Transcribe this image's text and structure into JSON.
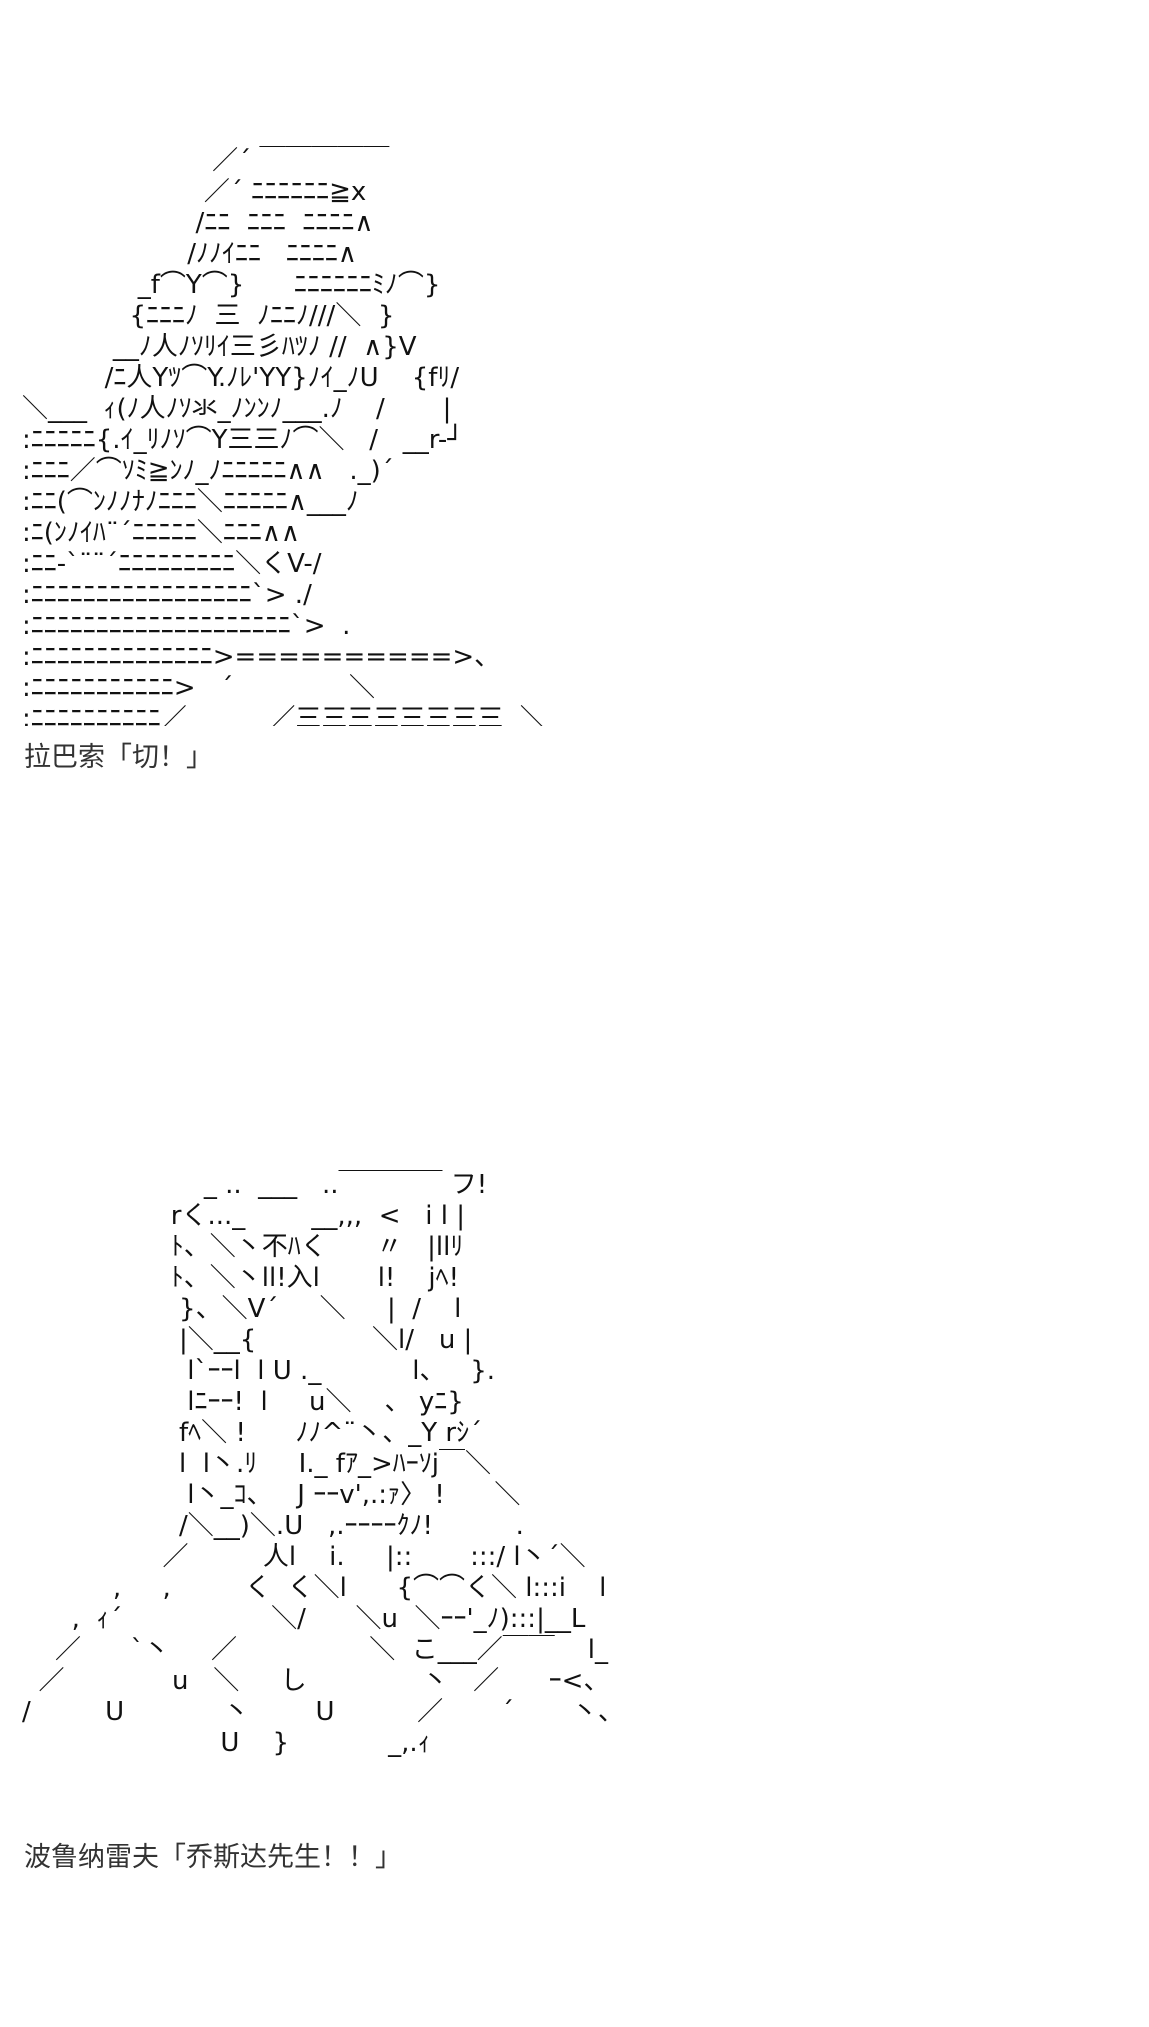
{
  "panels": [
    {
      "ascii_art": "                       ／´ ￣￣￣￣￣\n                      ／´ ﾆﾆﾆﾆﾆﾆ≧x\n                     /ﾆﾆ  ﾆﾆﾆ  ﾆﾆﾆﾆ∧\n                    /ﾉﾉｲﾆﾆ   ﾆﾆﾆﾆ∧\n              _f⌒Y⌒}      ﾆﾆﾆﾆﾆﾆﾐﾉ⌒}\n             {ﾆﾆﾆﾉ  三  ﾉﾆﾆﾉ///＼  }\n           __ﾉ人ﾉｿﾘｲ三彡ﾊﾂﾉ //  ∧}V\n          /ﾆ人Yﾂ⌒Y.ﾉﾚ'YY}ﾉｲ_ﾉU    {fﾘ/\n＼___  ｨ(ﾉ人ﾉｿ氺_ﾉﾝﾝﾉ___.ﾉ    /       |\n:ﾆﾆﾆﾆﾆ{.ｲ_ﾘﾉｿ⌒Y三三ﾉ⌒＼   /   __r-┘\n:ﾆﾆﾆ／⌒ｿﾐ≧ﾝﾉ_ﾉﾆﾆﾆﾆﾆ∧∧   ._)´\n:ﾆﾆ(⌒ﾝﾉﾉﾅﾉﾆﾆﾆ＼ﾆﾆﾆﾆﾆ∧___ﾉ\n:ﾆ(ﾝﾉｲﾊ¨´ﾆﾆﾆﾆﾆ＼ﾆﾆﾆ∧∧\n:ﾆﾆ-`¨¨´ﾆﾆﾆﾆﾆﾆﾆﾆﾆ＼くV-/\n:ﾆﾆﾆﾆﾆﾆﾆﾆﾆﾆﾆﾆﾆﾆﾆﾆﾆ`> ./\n:ﾆﾆﾆﾆﾆﾆﾆﾆﾆﾆﾆﾆﾆﾆﾆﾆﾆﾆﾆﾆ`>  .\n:ﾆﾆﾆﾆﾆﾆﾆﾆﾆﾆﾆﾆﾆﾆ>==========>、\n:ﾆﾆﾆﾆﾆﾆﾆﾆﾆﾆﾆ>   ´              ＼\n:ﾆﾆﾆﾆﾆﾆﾆﾆﾆﾆ／          ／三三三三三三三三  ＼",
      "caption": "拉巴索「切！」"
    },
    {
      "ascii_art": "                      _ ..  ___   ..￣￣￣￣ フ!\n                  rく..._        __,,,  <   i l |\n                  ﾄ、＼丶不ﾊく      〃   |llﾘ\n                  ﾄ、＼丶ll!入l       l!    jﾍ!\n                   }、＼V´     ＼     |  /    l\n                   |＼__{              ＼l/   u |\n                    l`ｰｰl  l U ._           l、   }.\n                    lﾆｰｰ!  l     u＼    、 yﾆ}\n                   fﾍ＼ !      ﾉﾉ^¨丶、_Y rｼ´\n                   l  l丶.ﾘ     I._ fｱ_>ﾊｰｿj￣＼\n                    l丶_ｺ、   J ｰｰv',.:ｧ〉 !      ＼\n                   /＼__)＼.U   ,.ｰｰｰｰｸﾉ!          .\n                 ／         人l    i.     |::       :::/ l丶´＼\n           ,     ,         く  く＼l      {⌒⌒く＼ l:::i    l\n      ,  ｨ´                  ＼/      ＼u  ＼ｰｰ'_ﾉ):::|__L\n    ／      `丶     ／                ＼  こ___／￣￣    l_\n  ／             u   ＼     し              丶   ／      ｰ<、\n/         U            丶        U          ／       ´       丶、\n                        U    }            _,.ｨ",
      "caption": "波鲁纳雷夫「乔斯达先生！！」"
    }
  ]
}
